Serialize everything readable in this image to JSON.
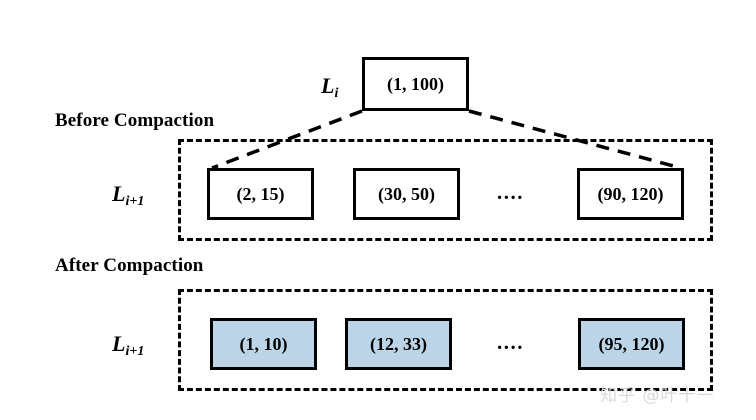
{
  "figure": {
    "background_color": "#ffffff",
    "stroke_color": "#000000",
    "fill_color": "#bcd4e8",
    "watermark": "知乎 @叶十一"
  },
  "sections": {
    "before": {
      "title": "Before Compaction",
      "root_level_label": "L",
      "root_level_sub": "i",
      "root_box": "(1, 100)",
      "child_level_label": "L",
      "child_level_sub": "i+1",
      "ellipsis": "....",
      "boxes": [
        {
          "label": "(2, 15)",
          "filled": false
        },
        {
          "label": "(30, 50)",
          "filled": false
        },
        {
          "label": "(90, 120)",
          "filled": false
        }
      ]
    },
    "after": {
      "title": "After Compaction",
      "child_level_label": "L",
      "child_level_sub": "i+1",
      "ellipsis": "....",
      "boxes": [
        {
          "label": "(1, 10)",
          "filled": true
        },
        {
          "label": "(12, 33)",
          "filled": true
        },
        {
          "label": "(95, 120)",
          "filled": true
        }
      ]
    }
  }
}
